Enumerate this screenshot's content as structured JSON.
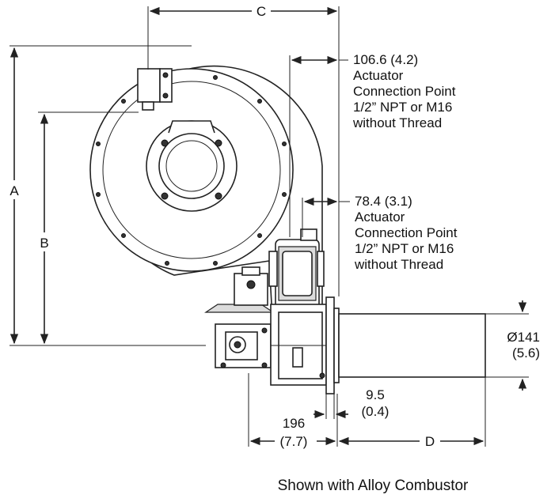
{
  "dimensions": {
    "a": "A",
    "b": "B",
    "c": "C",
    "d": "D",
    "upper_offset": "106.6 (4.2)",
    "lower_offset": "78.4 (3.1)",
    "flange": "9.5",
    "flange_in": "(0.4)",
    "depth": "196",
    "depth_in": "(7.7)",
    "diameter": "Ø141",
    "diameter_in": "(5.6)"
  },
  "notes": {
    "upper": [
      "Actuator",
      "Connection Point",
      "1/2” NPT or M16",
      "without Thread"
    ],
    "lower": [
      "Actuator",
      "Connection Point",
      "1/2” NPT or M16",
      "without Thread"
    ]
  },
  "caption": "Shown with Alloy Combustor",
  "colors": {
    "line": "#222222",
    "fill": "#ffffff",
    "shade": "#dcdcdc"
  }
}
